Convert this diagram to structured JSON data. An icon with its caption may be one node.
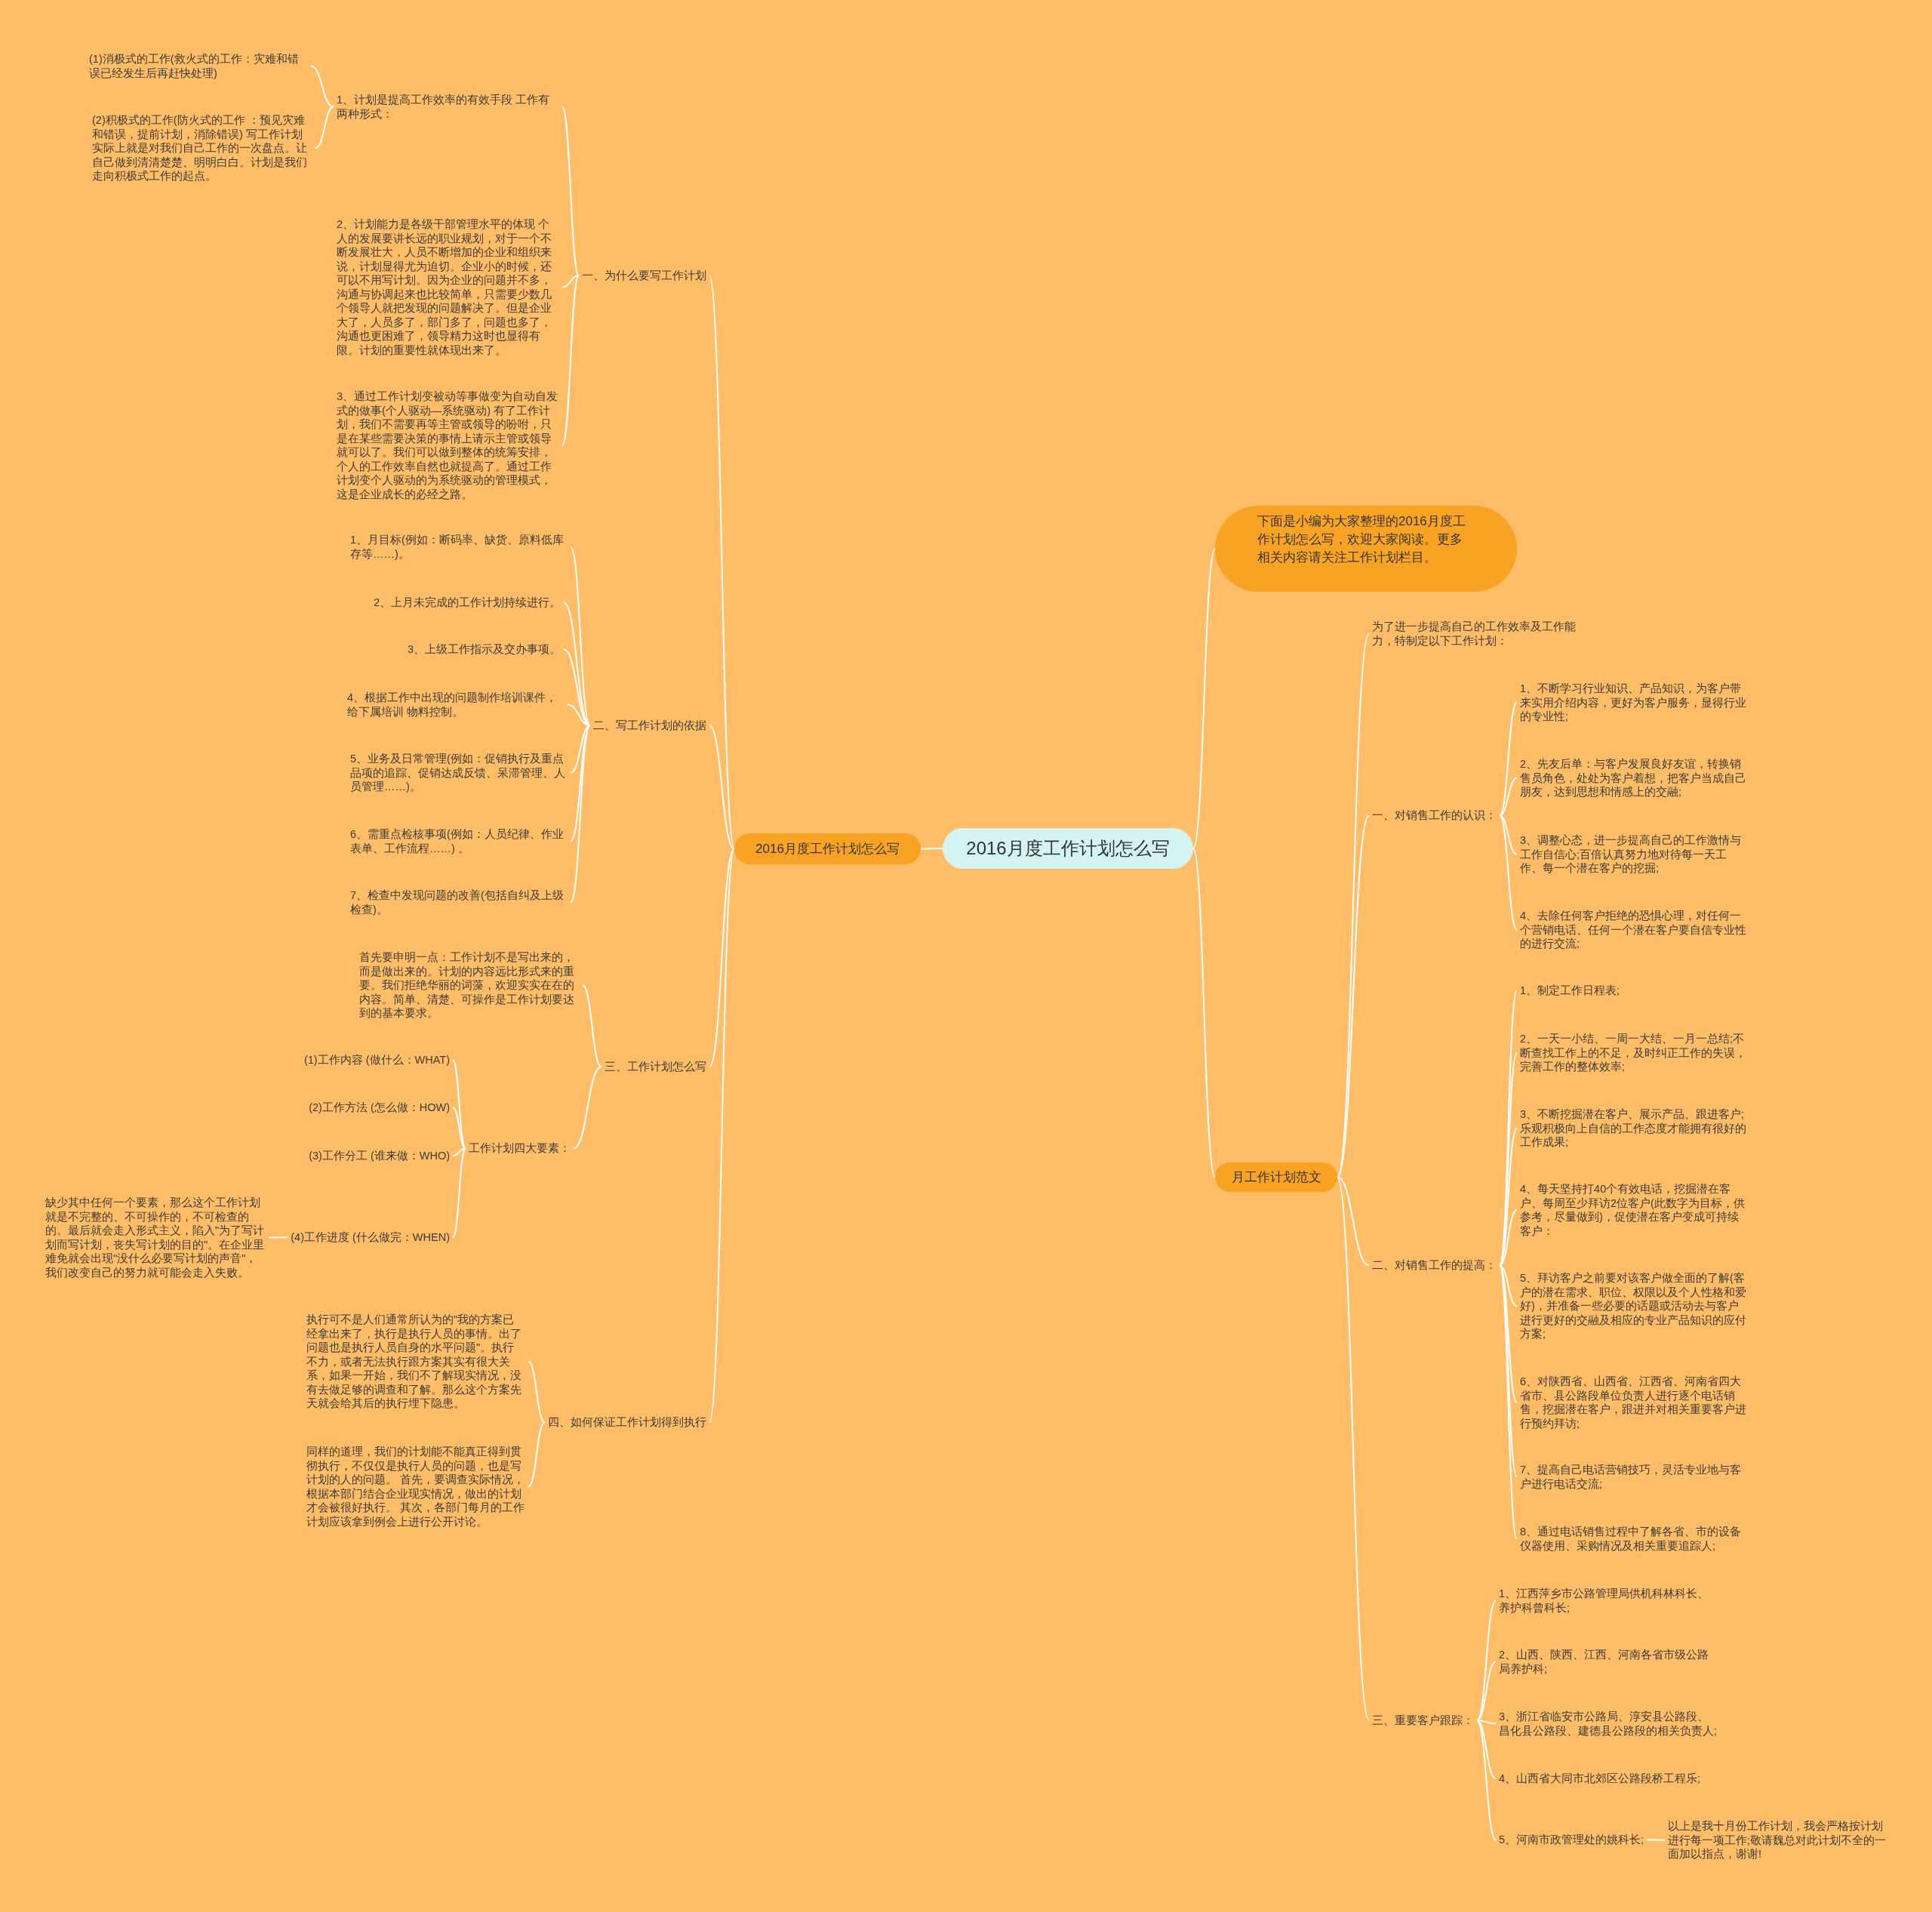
{
  "diagram": {
    "nodes": [
      {
        "text": [
          "2016月度工作计划怎么写"
        ]
      },
      {
        "text": [
          "2016月度工作计划怎么写"
        ]
      },
      {
        "text": [
          "一、为什么要写工作计划"
        ]
      },
      {
        "text": [
          "1、计划是提高工作效率的有效手段 工作有两种形式："
        ]
      },
      {
        "text": [
          "(1)消极式的工作(救火式的工作：灾难和错误已经发生后再赶快处理)"
        ]
      },
      {
        "text": [
          "(2)积极式的工作(防火式的工作 ：预见灾难和错误，提前计划，消除错误) 写工作计划实际上就是对我们自己工作的一次盘点。让自己做到清清楚楚、明明白白。计划是我们走向积极式工作的起点。"
        ]
      },
      {
        "text": [
          "2、计划能力是各级干部管理水平的体现 个人的发展要讲长远的职业规划，对于一个不断发展壮大，人员不断增加的企业和组织来说，计划显得尤为迫切。企业小的时候，还可以不用写计划。因为企业的问题并不多，沟通与协调起来也比较简单，只需要少数几个领导人就把发现的问题解决了。但是企业大了，人员多了，部门多了，问题也多了，沟通也更困难了，领导精力这时也显得有限。计划的重要性就体现出来了。"
        ]
      },
      {
        "text": [
          "3、通过工作计划变被动等事做变为自动自发式的做事(个人驱动—系统驱动) 有了工作计划，我们不需要再等主管或领导的吩咐，只是在某些需要决策的事情上请示主管或领导就可以了。我们可以做到整体的统筹安排，个人的工作效率自然也就提高了。通过工作计划变个人驱动的为系统驱动的管理模式，这是企业成长的必经之路。"
        ]
      },
      {
        "text": [
          "二、写工作计划的依据"
        ]
      },
      {
        "text": [
          "1、月目标(例如：断码率、缺货、原料低库存等……)。"
        ]
      },
      {
        "text": [
          "2、上月未完成的工作计划持续进行。"
        ]
      },
      {
        "text": [
          "3、上级工作指示及交办事项。"
        ]
      },
      {
        "text": [
          "4、根据工作中出现的问题制作培训课件，给下属培训 物料控制。"
        ]
      },
      {
        "text": [
          "5、业务及日常管理(例如：促销执行及重点品项的追踪、促销达成反馈、呆滞管理、人员管理……)。"
        ]
      },
      {
        "text": [
          "6、需重点检核事项(例如：人员纪律、作业表单、工作流程……) 。"
        ]
      },
      {
        "text": [
          "7、检查中发现问题的改善(包括自纠及上级检查)。"
        ]
      },
      {
        "text": [
          "三、工作计划怎么写"
        ]
      },
      {
        "text": [
          "首先要申明一点：工作计划不是写出来的，而是做出来的。计划的内容远比形式来的重要。我们拒绝华丽的词藻，欢迎实实在在的内容。简单、清楚、可操作是工作计划要达到的基本要求。"
        ]
      },
      {
        "text": [
          "工作计划四大要素："
        ]
      },
      {
        "text": [
          "(1)工作内容 (做什么：WHAT)"
        ]
      },
      {
        "text": [
          "(2)工作方法 (怎么做：HOW)"
        ]
      },
      {
        "text": [
          "(3)工作分工 (谁来做：WHO)"
        ]
      },
      {
        "text": [
          "(4)工作进度 (什么做完：WHEN)"
        ]
      },
      {
        "text": [
          "缺少其中任何一个要素，那么这个工作计划就是不完整的、不可操作的，不可检查的的。最后就会走入形式主义，陷入\"为了写计划而写计划，丧失写计划的目的\"。在企业里难免就会出现\"没什么必要写计划的声音\"，我们改变自己的努力就可能会走入失败。"
        ]
      },
      {
        "text": [
          "四、如何保证工作计划得到执行"
        ]
      },
      {
        "text": [
          "执行可不是人们通常所认为的\"我的方案已经拿出来了，执行是执行人员的事情。出了问题也是执行人员自身的水平问题\"。执行不力，或者无法执行跟方案其实有很大关系，如果一开始，我们不了解现实情况，没有去做足够的调查和了解。那么这个方案先天就会给其后的执行埋下隐患。"
        ]
      },
      {
        "text": [
          "同样的道理，我们的计划能不能真正得到贯彻执行，不仅仅是执行人员的问题，也是写计划的人的问题。 首先，要调查实际情况，根据本部门结合企业现实情况，做出的计划才会被很好执行。 其次，各部门每月的工作计划应该拿到例会上进行公开讨论。"
        ]
      },
      {
        "text": [
          "下面是小编为大家整理的2016月度工作计划怎么写，欢迎大家阅读。更多相关内容请关注工作计划栏目。"
        ]
      },
      {
        "text": [
          "月工作计划范文"
        ]
      },
      {
        "text": [
          "为了进一步提高自己的工作效率及工作能力，特制定以下工作计划："
        ]
      },
      {
        "text": [
          "一、对销售工作的认识："
        ]
      },
      {
        "text": [
          "1、不断学习行业知识、产品知识，为客户带来实用介绍内容，更好为客户服务，显得行业的专业性;"
        ]
      },
      {
        "text": [
          "2、先友后单：与客户发展良好友谊，转换销售员角色，处处为客户着想，把客户当成自己朋友，达到思想和情感上的交融;"
        ]
      },
      {
        "text": [
          "3、调整心态，进一步提高自己的工作激情与工作自信心;百倍认真努力地对待每一天工作、每一个潜在客户的挖掘;"
        ]
      },
      {
        "text": [
          "4、去除任何客户拒绝的恐惧心理，对任何一个营销电话、任何一个潜在客户要自信专业性的进行交流;"
        ]
      },
      {
        "text": [
          "二、对销售工作的提高："
        ]
      },
      {
        "text": [
          "1、制定工作日程表;"
        ]
      },
      {
        "text": [
          "2、一天一小结、一周一大结、一月一总结;不断查找工作上的不足，及时纠正工作的失误，完善工作的整体效率;"
        ]
      },
      {
        "text": [
          "3、不断挖掘潜在客户、展示产品、跟进客户;乐观积极向上自信的工作态度才能拥有很好的工作成果;"
        ]
      },
      {
        "text": [
          "4、每天坚持打40个有效电话，挖掘潜在客户、每周至少拜访2位客户(此数字为目标，供参考，尽量做到)，促使潜在客户变成可持续客户："
        ]
      },
      {
        "text": [
          "5、拜访客户之前要对该客户做全面的了解(客户的潜在需求、职位、权限以及个人性格和爱好)，并准备一些必要的话题或活动去与客户进行更好的交融及相应的专业产品知识的应付方案;"
        ]
      },
      {
        "text": [
          "6、对陕西省、山西省、江西省、河南省四大省市、县公路段单位负责人进行逐个电话销售，挖掘潜在客户，跟进并对相关重要客户进行预约拜访;"
        ]
      },
      {
        "text": [
          "7、提高自己电话营销技巧，灵活专业地与客户进行电话交流;"
        ]
      },
      {
        "text": [
          "8、通过电话销售过程中了解各省、市的设备仪器使用、采购情况及相关重要追踪人;"
        ]
      },
      {
        "text": [
          "三、重要客户跟踪："
        ]
      },
      {
        "text": [
          "1、江西萍乡市公路管理局供机科林科长、养护科曾科长;"
        ]
      },
      {
        "text": [
          "2、山西、陕西、江西、河南各省市级公路局养护科;"
        ]
      },
      {
        "text": [
          "3、浙江省临安市公路局、淳安县公路段、昌化县公路段、建德县公路段的相关负责人;"
        ]
      },
      {
        "text": [
          "4、山西省大同市北郊区公路段桥工程乐;"
        ]
      },
      {
        "text": [
          "5、河南市政管理处的姚科长;"
        ]
      },
      {
        "text": [
          "以上是我十月份工作计划，我会严格按计划进行每一项工作;敬请魏总对此计划不全的一面加以指点，谢谢!"
        ]
      }
    ],
    "edges": [
      {
        "from": 0,
        "to": 1,
        "arrow": "none"
      },
      {
        "from": 0,
        "to": 27,
        "arrow": "none"
      },
      {
        "from": 0,
        "to": 28,
        "arrow": "none"
      },
      {
        "from": 1,
        "to": 2,
        "arrow": "none"
      },
      {
        "from": 1,
        "to": 8,
        "arrow": "none"
      },
      {
        "from": 1,
        "to": 16,
        "arrow": "none"
      },
      {
        "from": 1,
        "to": 24,
        "arrow": "none"
      },
      {
        "from": 2,
        "to": 3,
        "arrow": "none"
      },
      {
        "from": 2,
        "to": 6,
        "arrow": "none"
      },
      {
        "from": 2,
        "to": 7,
        "arrow": "none"
      },
      {
        "from": 3,
        "to": 4,
        "arrow": "none"
      },
      {
        "from": 3,
        "to": 5,
        "arrow": "none"
      },
      {
        "from": 8,
        "to": 9,
        "arrow": "none"
      },
      {
        "from": 8,
        "to": 10,
        "arrow": "none"
      },
      {
        "from": 8,
        "to": 11,
        "arrow": "none"
      },
      {
        "from": 8,
        "to": 12,
        "arrow": "none"
      },
      {
        "from": 8,
        "to": 13,
        "arrow": "none"
      },
      {
        "from": 8,
        "to": 14,
        "arrow": "none"
      },
      {
        "from": 8,
        "to": 15,
        "arrow": "none"
      },
      {
        "from": 16,
        "to": 17,
        "arrow": "none"
      },
      {
        "from": 16,
        "to": 18,
        "arrow": "none"
      },
      {
        "from": 18,
        "to": 19,
        "arrow": "none"
      },
      {
        "from": 18,
        "to": 20,
        "arrow": "none"
      },
      {
        "from": 18,
        "to": 21,
        "arrow": "none"
      },
      {
        "from": 18,
        "to": 22,
        "arrow": "none"
      },
      {
        "from": 22,
        "to": 23,
        "arrow": "none"
      },
      {
        "from": 24,
        "to": 25,
        "arrow": "none"
      },
      {
        "from": 24,
        "to": 26,
        "arrow": "none"
      },
      {
        "from": 28,
        "to": 29,
        "arrow": "none"
      },
      {
        "from": 28,
        "to": 30,
        "arrow": "none"
      },
      {
        "from": 28,
        "to": 35,
        "arrow": "none"
      },
      {
        "from": 28,
        "to": 44,
        "arrow": "none"
      },
      {
        "from": 30,
        "to": 31,
        "arrow": "none"
      },
      {
        "from": 30,
        "to": 32,
        "arrow": "none"
      },
      {
        "from": 30,
        "to": 33,
        "arrow": "none"
      },
      {
        "from": 30,
        "to": 34,
        "arrow": "none"
      },
      {
        "from": 35,
        "to": 36,
        "arrow": "none"
      },
      {
        "from": 35,
        "to": 37,
        "arrow": "none"
      },
      {
        "from": 35,
        "to": 38,
        "arrow": "none"
      },
      {
        "from": 35,
        "to": 39,
        "arrow": "none"
      },
      {
        "from": 35,
        "to": 40,
        "arrow": "none"
      },
      {
        "from": 35,
        "to": 41,
        "arrow": "none"
      },
      {
        "from": 35,
        "to": 42,
        "arrow": "none"
      },
      {
        "from": 35,
        "to": 43,
        "arrow": "none"
      },
      {
        "from": 44,
        "to": 45,
        "arrow": "none"
      },
      {
        "from": 44,
        "to": 46,
        "arrow": "none"
      },
      {
        "from": 44,
        "to": 47,
        "arrow": "none"
      },
      {
        "from": 44,
        "to": 48,
        "arrow": "none"
      },
      {
        "from": 44,
        "to": 49,
        "arrow": "none"
      },
      {
        "from": 49,
        "to": 50,
        "arrow": "none"
      }
    ]
  }
}
